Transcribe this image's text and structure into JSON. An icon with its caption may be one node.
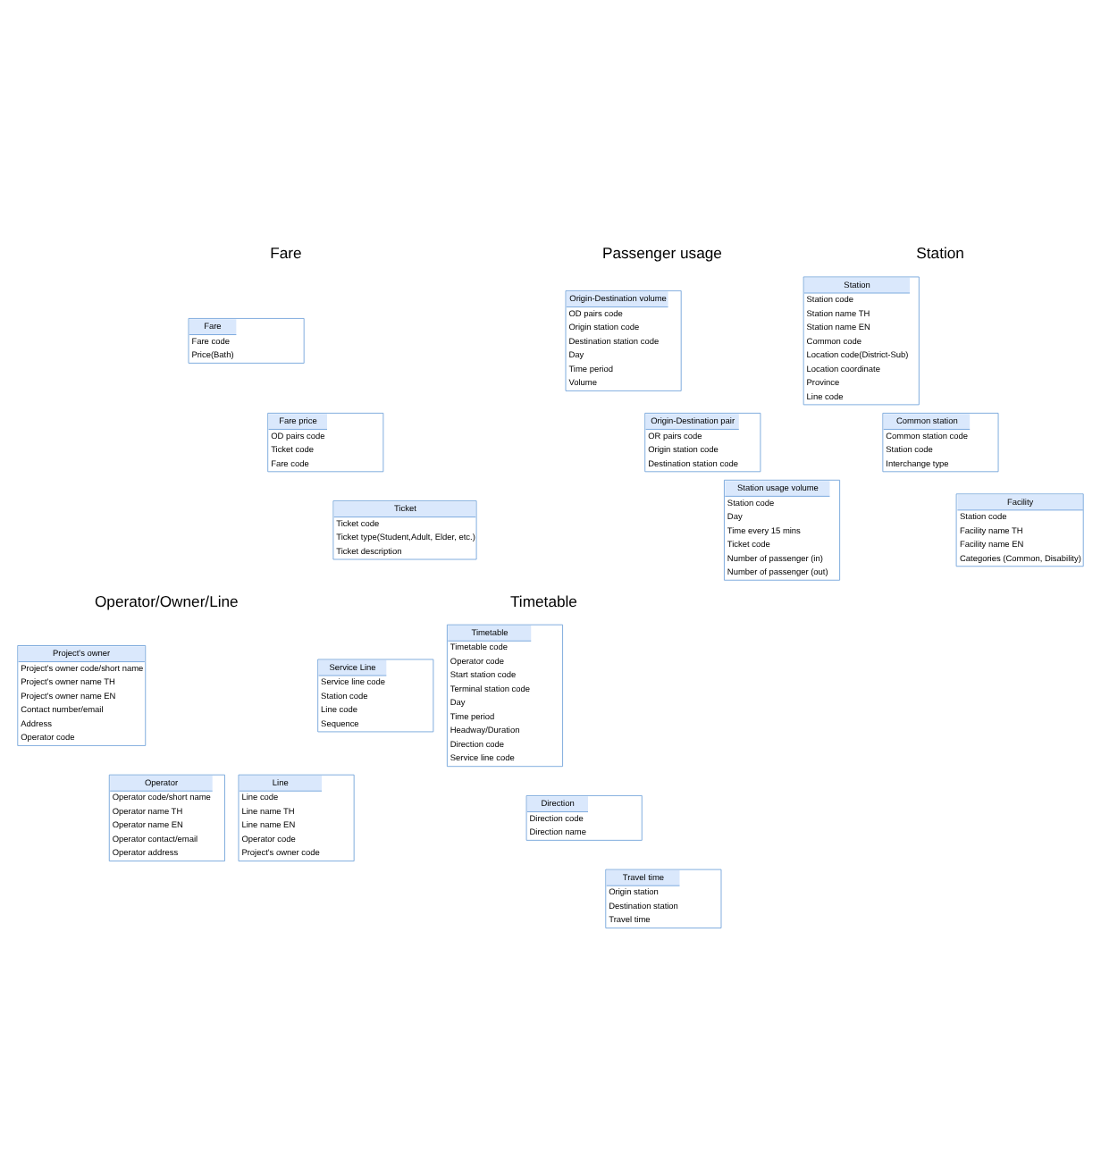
{
  "diagram": {
    "nodes": [
      {
        "text": [
          "Fare",
          "Fare code",
          "Price(Bath)"
        ]
      },
      {
        "text": [
          "Fare price",
          "OD pairs code",
          "Ticket code",
          "Fare code"
        ]
      },
      {
        "text": [
          "Ticket",
          "Ticket code",
          "Ticket type(Student,Adult, Elder, etc.)",
          "Ticket description"
        ]
      },
      {
        "text": [
          "Origin-Destination volume",
          "OD pairs code",
          "Origin station code",
          "Destination station code",
          "Day",
          "Time period",
          "Volume"
        ]
      },
      {
        "text": [
          "Origin-Destination pair",
          "OR pairs code",
          "Origin station code",
          "Destination station code"
        ]
      },
      {
        "text": [
          "Station usage volume",
          "Station code",
          "Day",
          "Time every 15 mins",
          "Ticket code",
          "Number of passenger (in)",
          "Number of passenger (out)"
        ]
      },
      {
        "text": [
          "Station",
          "Station code",
          "Station name TH",
          "Station name EN",
          "Common code",
          "Location code(District-Sub)",
          "Location coordinate",
          "Province",
          "Line code"
        ]
      },
      {
        "text": [
          "Common station",
          "Common station code",
          "Station code",
          "Interchange type"
        ]
      },
      {
        "text": [
          "Facility",
          "Station code",
          "Facility name TH",
          "Facility name EN",
          "Categories (Common, Disability)"
        ]
      },
      {
        "text": [
          "Project's owner",
          "Project's owner code/short name",
          "Project's owner name TH",
          "Project's owner name EN",
          "Contact number/email",
          "Address",
          "Operator code"
        ]
      },
      {
        "text": [
          "Operator",
          "Operator code/short name",
          "Operator name TH",
          "Operator name EN",
          "Operator contact/email",
          "Operator address"
        ]
      },
      {
        "text": [
          "Line",
          "Line code",
          "Line name TH",
          "Line name EN",
          "Operator code",
          "Project's owner code"
        ]
      },
      {
        "text": [
          "Service Line",
          "Service line code",
          "Station code",
          "Line code",
          "Sequence"
        ]
      },
      {
        "text": [
          "Timetable",
          "Timetable code",
          "Operator code",
          "Start station code",
          "Terminal station code",
          "Day",
          "Time period",
          "Headway/Duration",
          "Direction code",
          "Service line code"
        ]
      },
      {
        "text": [
          "Direction",
          "Direction code",
          "Direction name"
        ]
      },
      {
        "text": [
          "Travel time",
          "Origin station",
          "Destination station",
          "Travel time"
        ]
      }
    ],
    "labels": [
      "Fare",
      "Passenger usage",
      "Station",
      "Operator/Owner/Line",
      "Timetable"
    ]
  }
}
